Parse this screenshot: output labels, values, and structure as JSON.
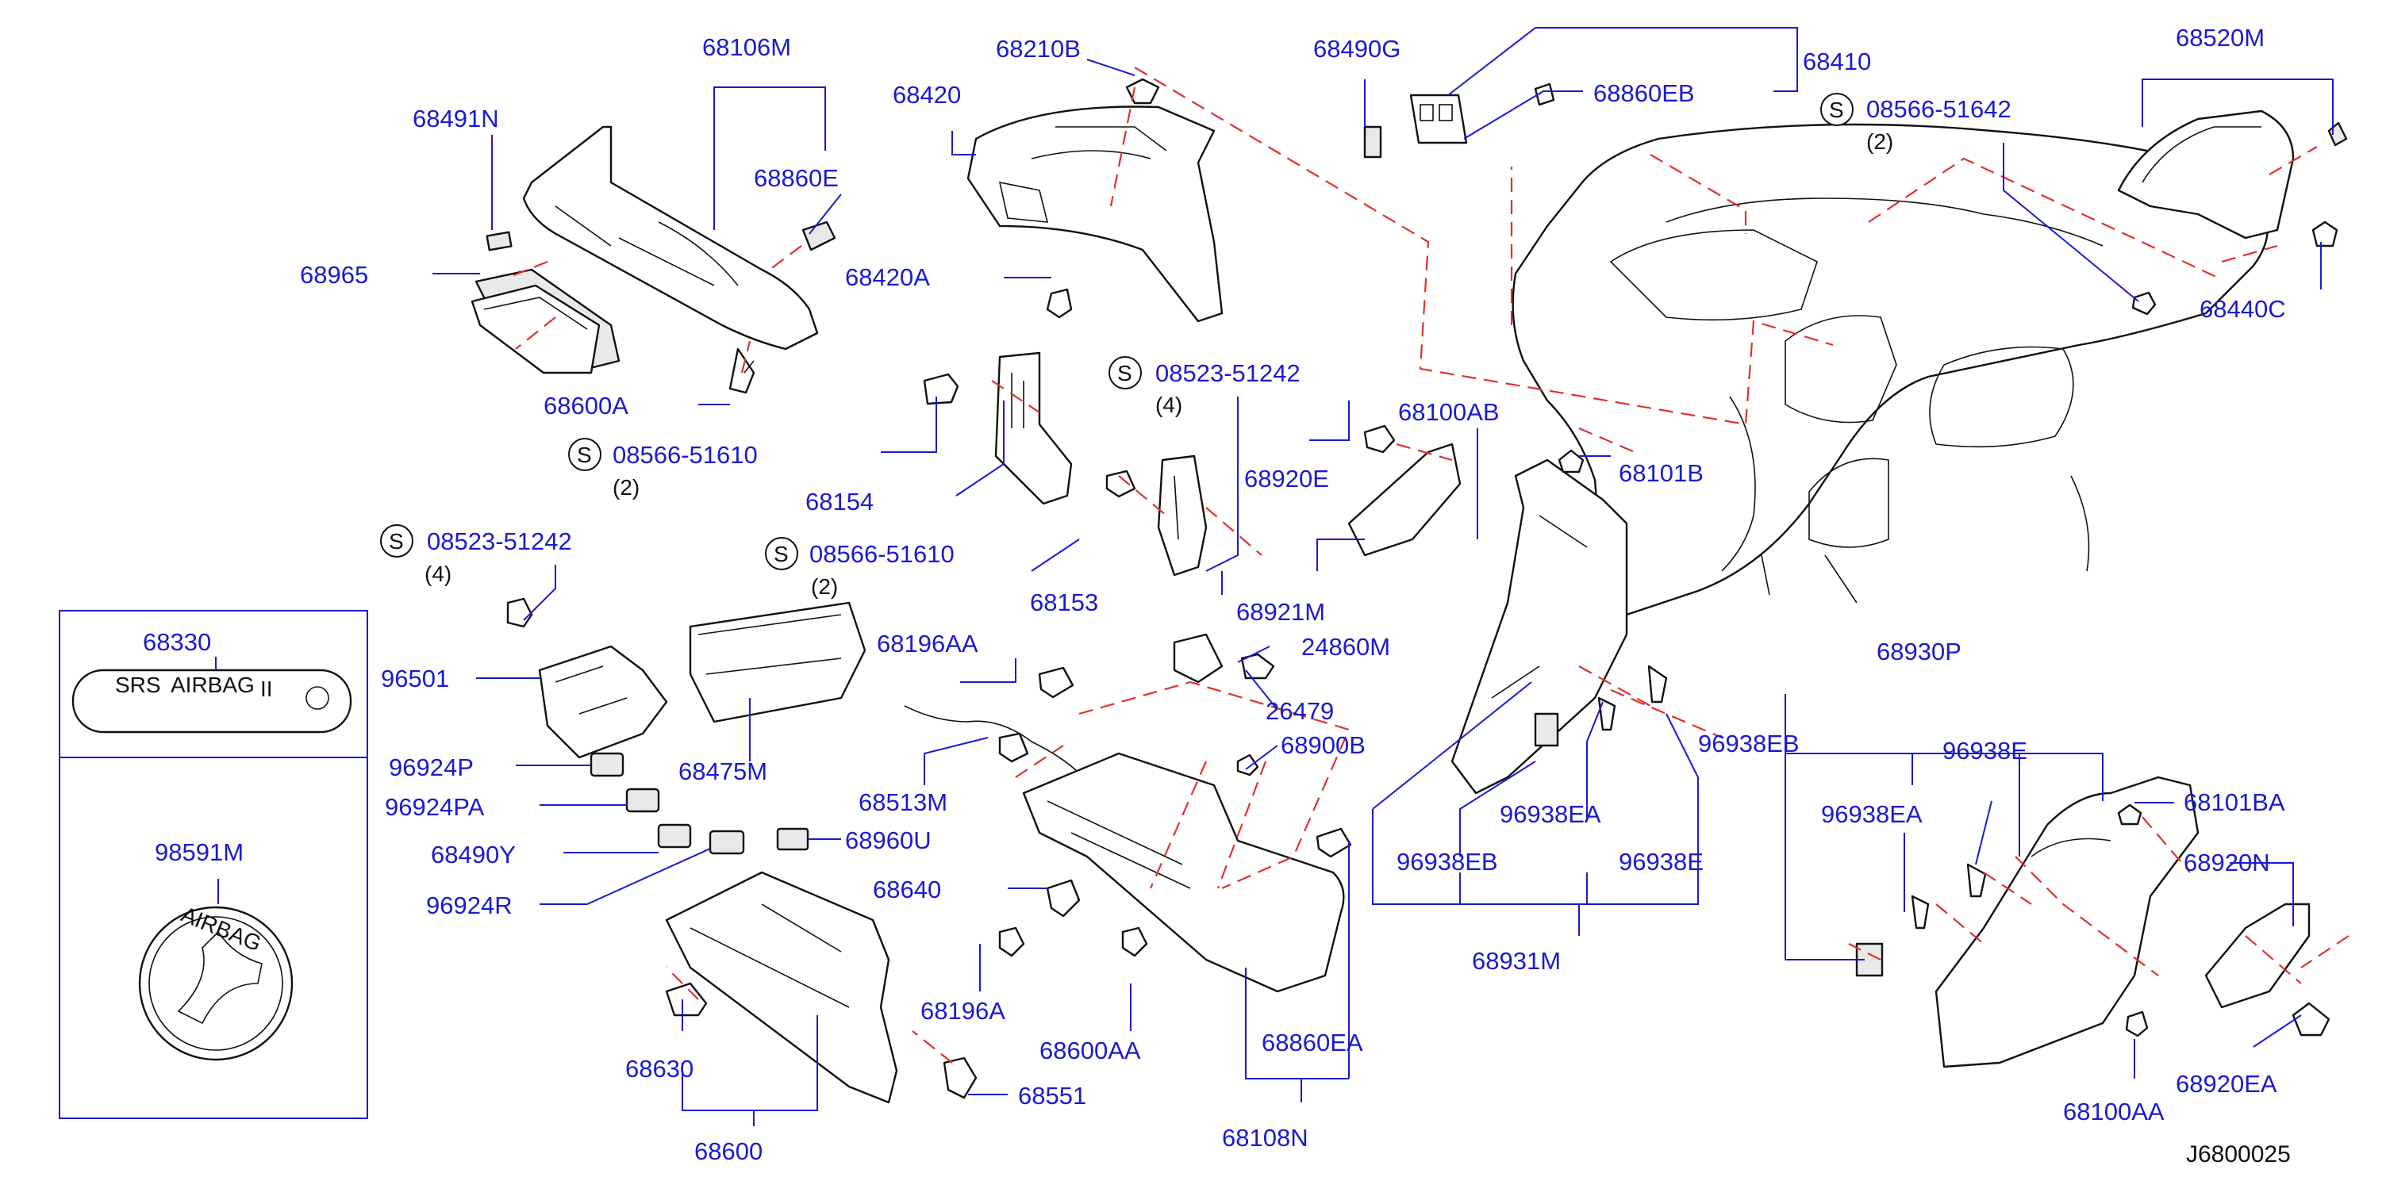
{
  "diagram": {
    "part_labels": {
      "p68106M": "68106M",
      "p68491N": "68491N",
      "p68860E": "68860E",
      "p68965": "68965",
      "p68600A": "68600A",
      "p68210B": "68210B",
      "p68420": "68420",
      "p68420A": "68420A",
      "p68490G": "68490G",
      "p68860EB": "68860EB",
      "p68410": "68410",
      "p68520M": "68520M",
      "p68440C": "68440C",
      "p68154": "68154",
      "p68920E": "68920E",
      "p68100AB": "68100AB",
      "p68101B": "68101B",
      "p68921M": "68921M",
      "p68153": "68153",
      "p68196AA": "68196AA",
      "p24860M": "24860M",
      "p26479": "26479",
      "p96501": "96501",
      "p68475M": "68475M",
      "p68330": "68330",
      "p96924P": "96924P",
      "p96924PA": "96924PA",
      "p68490Y": "68490Y",
      "p68960U": "68960U",
      "p96924R": "96924R",
      "p68513M": "68513M",
      "p68900B": "68900B",
      "p68640": "68640",
      "p68196A": "68196A",
      "p68600AA": "68600AA",
      "p68860EA": "68860EA",
      "p68108N": "68108N",
      "p68630": "68630",
      "p68551": "68551",
      "p68600": "68600",
      "p98591M": "98591M",
      "p96938EB_a": "96938EB",
      "p96938EA_a": "96938EA",
      "p96938EB_b": "96938EB",
      "p96938E_a": "96938E",
      "p68931M": "68931M",
      "p68930P": "68930P",
      "p96938E_b": "96938E",
      "p96938EA_b": "96938EA",
      "p68101BA": "68101BA",
      "p68920N": "68920N",
      "p68920EA": "68920EA",
      "p68100AA": "68100AA"
    },
    "screw_symbol": "S",
    "screw_refs": [
      {
        "part": "08566-51642",
        "qty": "(2)"
      },
      {
        "part": "08523-51242",
        "qty": "(4)"
      },
      {
        "part": "08566-51610",
        "qty": "(2)"
      },
      {
        "part": "08523-51242",
        "qty": "(4)"
      },
      {
        "part": "08566-51610",
        "qty": "(2)"
      }
    ],
    "label_plate": {
      "left_text": "SRS",
      "right_text": "AIRBAG",
      "mark": "II"
    },
    "badge_text": "AIRBAG",
    "diagram_code": "J6800025"
  }
}
